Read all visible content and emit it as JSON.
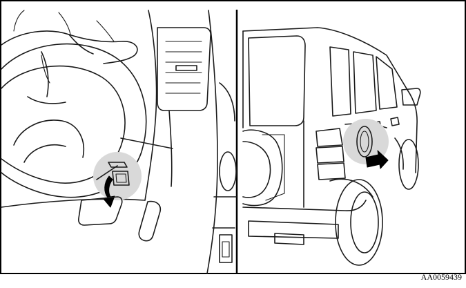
{
  "figure": {
    "reference_code": "AA0059439",
    "colors": {
      "line": "#1a1a1a",
      "highlight": "#d9d9d9",
      "background": "#ffffff"
    },
    "panels": [
      "interior-fuel-door-lever",
      "exterior-fuel-filler-door"
    ]
  }
}
